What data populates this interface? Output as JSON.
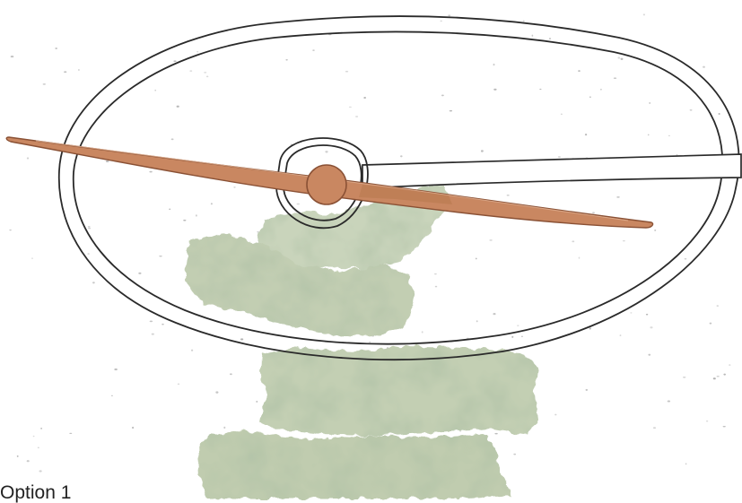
{
  "caption": "Option 1",
  "colors": {
    "background": "#ffffff",
    "ink": "#2a2a2a",
    "copper": "#c98761",
    "copper_dark": "#8a5135",
    "foliage_light": "#cfd8c1",
    "foliage_mid": "#a7b797",
    "foliage_dark": "#7f9670",
    "speckle": "#9a9a9a"
  },
  "icons": {
    "bench_hub": "circle-hub",
    "sculpture": "copper-blade",
    "planting": "foliage-clumps",
    "enclosure": "oval-ring"
  }
}
